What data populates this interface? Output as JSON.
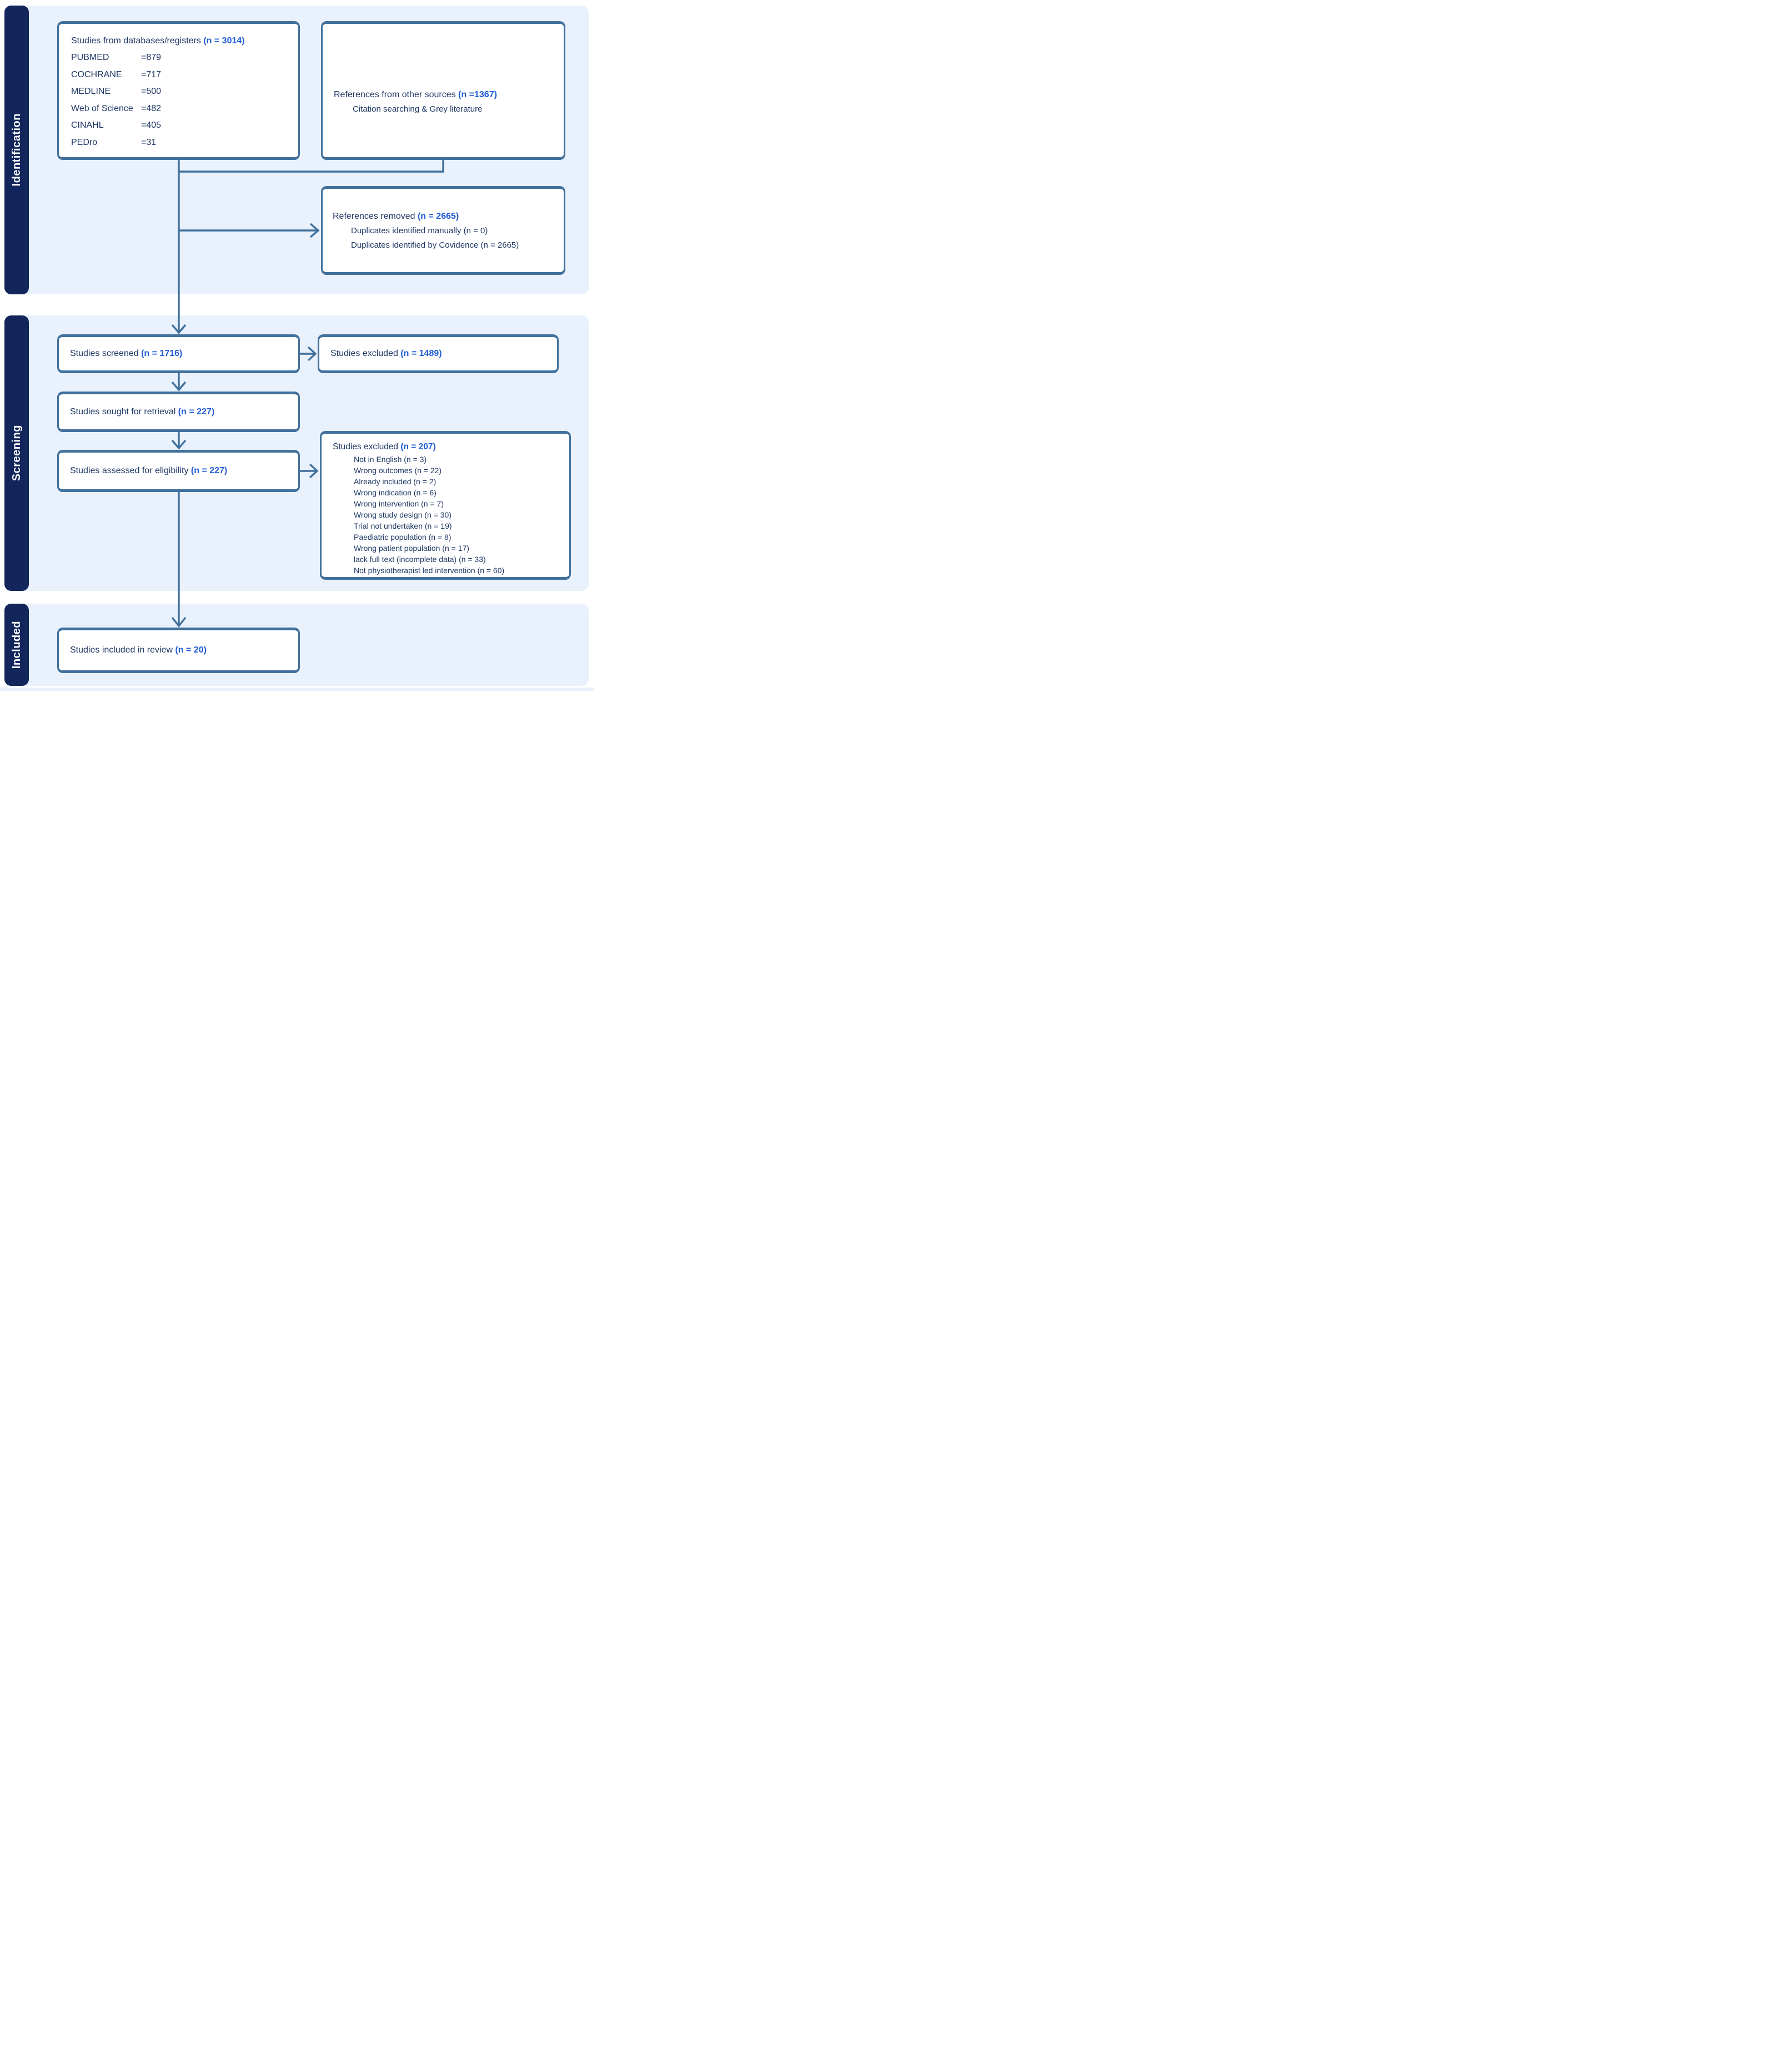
{
  "diagram": {
    "stages": [
      {
        "label": "Identification"
      },
      {
        "label": "Screening"
      },
      {
        "label": "Included"
      }
    ],
    "boxes": {
      "databases": {
        "title": "Studies from databases/registers",
        "n": "(n = 3014)",
        "sources": [
          {
            "label": "PUBMED",
            "value": "=879"
          },
          {
            "label": "COCHRANE",
            "value": "=717"
          },
          {
            "label": "MEDLINE",
            "value": "=500"
          },
          {
            "label": "Web of Science",
            "value": "=482"
          },
          {
            "label": "CINAHL",
            "value": "=405"
          },
          {
            "label": "PEDro",
            "value": "=31"
          }
        ]
      },
      "other_sources": {
        "title": "References from other sources",
        "n": "(n =1367)",
        "subtitle": "Citation searching & Grey literature"
      },
      "references_removed": {
        "title": "References removed",
        "n": "(n = 2665)",
        "items": [
          "Duplicates identified manually (n = 0)",
          "Duplicates identified by Covidence (n = 2665)"
        ]
      },
      "screened": {
        "title": "Studies screened",
        "n": "(n = 1716)"
      },
      "excluded_screening": {
        "title": "Studies excluded",
        "n": "(n = 1489)"
      },
      "sought": {
        "title": "Studies sought for retrieval",
        "n": "(n = 227)"
      },
      "assessed": {
        "title": "Studies assessed for eligibility",
        "n": "(n = 227)"
      },
      "excluded_eligibility": {
        "title": "Studies excluded",
        "n": "(n = 207)",
        "items": [
          "Not in English (n = 3)",
          "Wrong outcomes (n = 22)",
          "Already included (n = 2)",
          "Wrong indication (n = 6)",
          "Wrong intervention (n = 7)",
          "Wrong study design (n = 30)",
          "Trial not undertaken (n = 19)",
          "Paediatric population (n = 8)",
          "Wrong patient population (n = 17)",
          "lack full text (incomplete data) (n = 33)",
          "Not physiotherapist led intervention (n = 60)"
        ]
      },
      "included": {
        "title": "Studies included in review",
        "n": "(n = 20)"
      }
    },
    "colors": {
      "band": "#E9F1FC",
      "sidebar": "#13265C",
      "border": "#41719C",
      "text": "#1F3864",
      "accent": "#1F5BD5"
    }
  }
}
